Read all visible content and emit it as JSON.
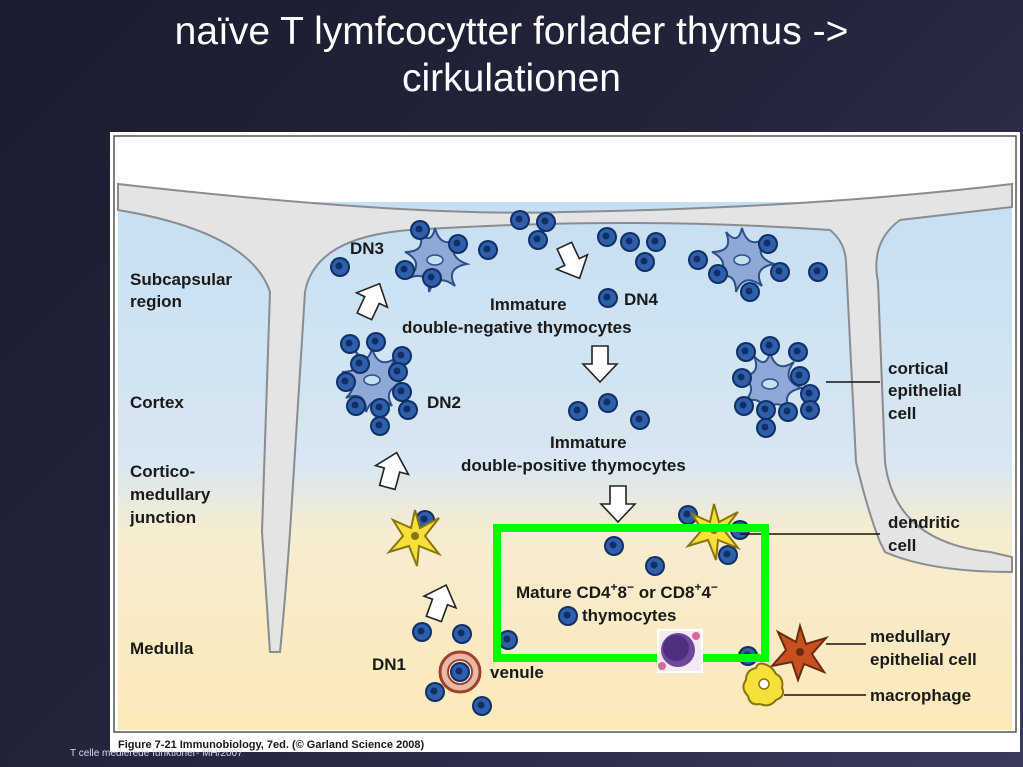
{
  "slide": {
    "title_line1": "naïve T lymfcocytter forlader thymus ->",
    "title_line2": "cirkulationen",
    "footer": "T celle medierede funktioner- MH/2007"
  },
  "figure": {
    "regions": {
      "subcapsular_1": "Subcapsular",
      "subcapsular_2": "region",
      "cortex": "Cortex",
      "cm_1": "Cortico-",
      "cm_2": "medullary",
      "cm_3": "junction",
      "medulla": "Medulla"
    },
    "stages": {
      "dn1": "DN1",
      "dn2": "DN2",
      "dn3": "DN3",
      "dn4": "DN4",
      "immature_dn_1": "Immature",
      "immature_dn_2": "double-negative thymocytes",
      "immature_dp_1": "Immature",
      "immature_dp_2": "double-positive thymocytes",
      "mature_a": "Mature CD4",
      "mature_a_sup": "+",
      "mature_b": "8",
      "mature_b_sup": "−",
      "mature_c": " or CD8",
      "mature_c_sup": "+",
      "mature_d": "4",
      "mature_d_sup": "−",
      "mature_2": "thymocytes",
      "venule": "venule"
    },
    "cells": {
      "cortical_1": "cortical",
      "cortical_2": "epithelial",
      "cortical_3": "cell",
      "dendritic_1": "dendritic",
      "dendritic_2": "cell",
      "medullary_1": "medullary",
      "medullary_2": "epithelial cell",
      "macrophage": "macrophage"
    },
    "caption": "Figure 7-21  Immunobiology, 7ed. (© Garland Science 2008)",
    "colors": {
      "cortex_blue": "#c6dff2",
      "medulla_yellow": "#fbe9b8",
      "capsule_grey": "#e3e4e6",
      "thymocyte": "#2e5fa8",
      "highlight_green": "#00ff00",
      "dendritic": "#f6e03a",
      "medullary_epithelial": "#c8501e"
    }
  }
}
